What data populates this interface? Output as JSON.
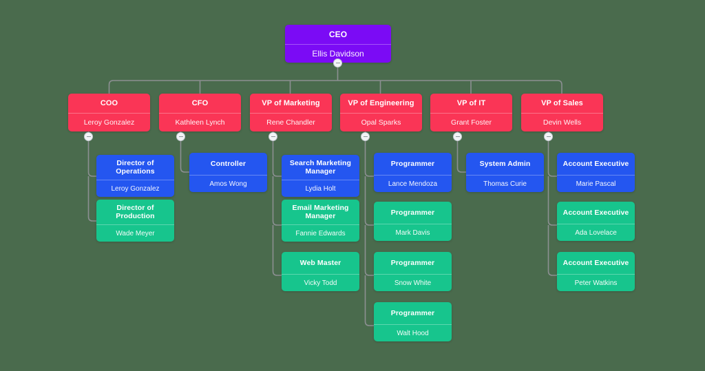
{
  "chart_meta": {
    "type": "org-chart",
    "background_color": "#4a6b4d",
    "colors": {
      "ceo": "#7b0bf5",
      "executive": "#fa3556",
      "manager": "#2456f0",
      "staff": "#17c58d",
      "connector": "#8c8f92",
      "toggle": "#f2f4f6"
    },
    "toggle_icon": "minus-icon"
  },
  "nodes": {
    "ceo": {
      "title": "CEO",
      "name": "Ellis Davidson"
    },
    "coo": {
      "title": "COO",
      "name": "Leroy Gonzalez"
    },
    "cfo": {
      "title": "CFO",
      "name": "Kathleen Lynch"
    },
    "vp_marketing": {
      "title": "VP of Marketing",
      "name": "Rene Chandler"
    },
    "vp_engineering": {
      "title": "VP of Engineering",
      "name": "Opal Sparks"
    },
    "vp_it": {
      "title": "VP of IT",
      "name": "Grant Foster"
    },
    "vp_sales": {
      "title": "VP of Sales",
      "name": "Devin Wells"
    },
    "director_operations": {
      "title": "Director of Operations",
      "name": "Leroy Gonzalez"
    },
    "director_production": {
      "title": "Director of Production",
      "name": "Wade Meyer"
    },
    "controller": {
      "title": "Controller",
      "name": "Amos Wong"
    },
    "search_marketing_manager": {
      "title": "Search Marketing Manager",
      "name": "Lydia Holt"
    },
    "email_marketing_manager": {
      "title": "Email Marketing Manager",
      "name": "Fannie Edwards"
    },
    "web_master": {
      "title": "Web Master",
      "name": "Vicky Todd"
    },
    "programmer_1": {
      "title": "Programmer",
      "name": "Lance Mendoza"
    },
    "programmer_2": {
      "title": "Programmer",
      "name": "Mark Davis"
    },
    "programmer_3": {
      "title": "Programmer",
      "name": "Snow White"
    },
    "programmer_4": {
      "title": "Programmer",
      "name": "Walt Hood"
    },
    "system_admin": {
      "title": "System Admin",
      "name": "Thomas Curie"
    },
    "account_executive_1": {
      "title": "Account Executive",
      "name": "Marie Pascal"
    },
    "account_executive_2": {
      "title": "Account Executive",
      "name": "Ada Lovelace"
    },
    "account_executive_3": {
      "title": "Account Executive",
      "name": "Peter Watkins"
    }
  }
}
